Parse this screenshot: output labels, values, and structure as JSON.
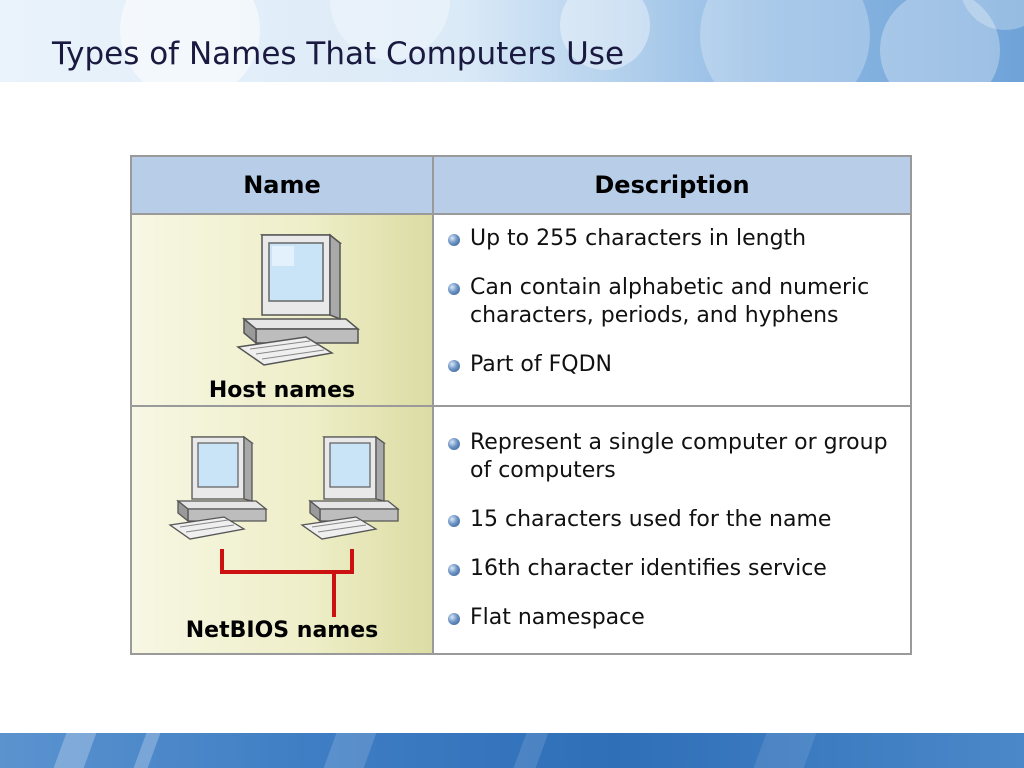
{
  "slide": {
    "title": "Types of Names That Computers Use"
  },
  "table": {
    "headers": {
      "name": "Name",
      "description": "Description"
    },
    "rows": [
      {
        "name": "Host names",
        "icon": "computer-icon",
        "bullets": [
          "Up to 255 characters in length",
          "Can contain alphabetic and numeric characters, periods, and hyphens",
          "Part of FQDN"
        ]
      },
      {
        "name": "NetBIOS names",
        "icon": "networked-computers-icon",
        "bullets": [
          "Represent a single computer or group of computers",
          "15 characters used for the name",
          "16th character identifies service",
          "Flat namespace"
        ]
      }
    ]
  },
  "colors": {
    "header_fill": "#b7cde8",
    "name_cell_fill": "#eeeec8",
    "network_link": "#cc1111",
    "bullet": "#3b6aa8"
  }
}
